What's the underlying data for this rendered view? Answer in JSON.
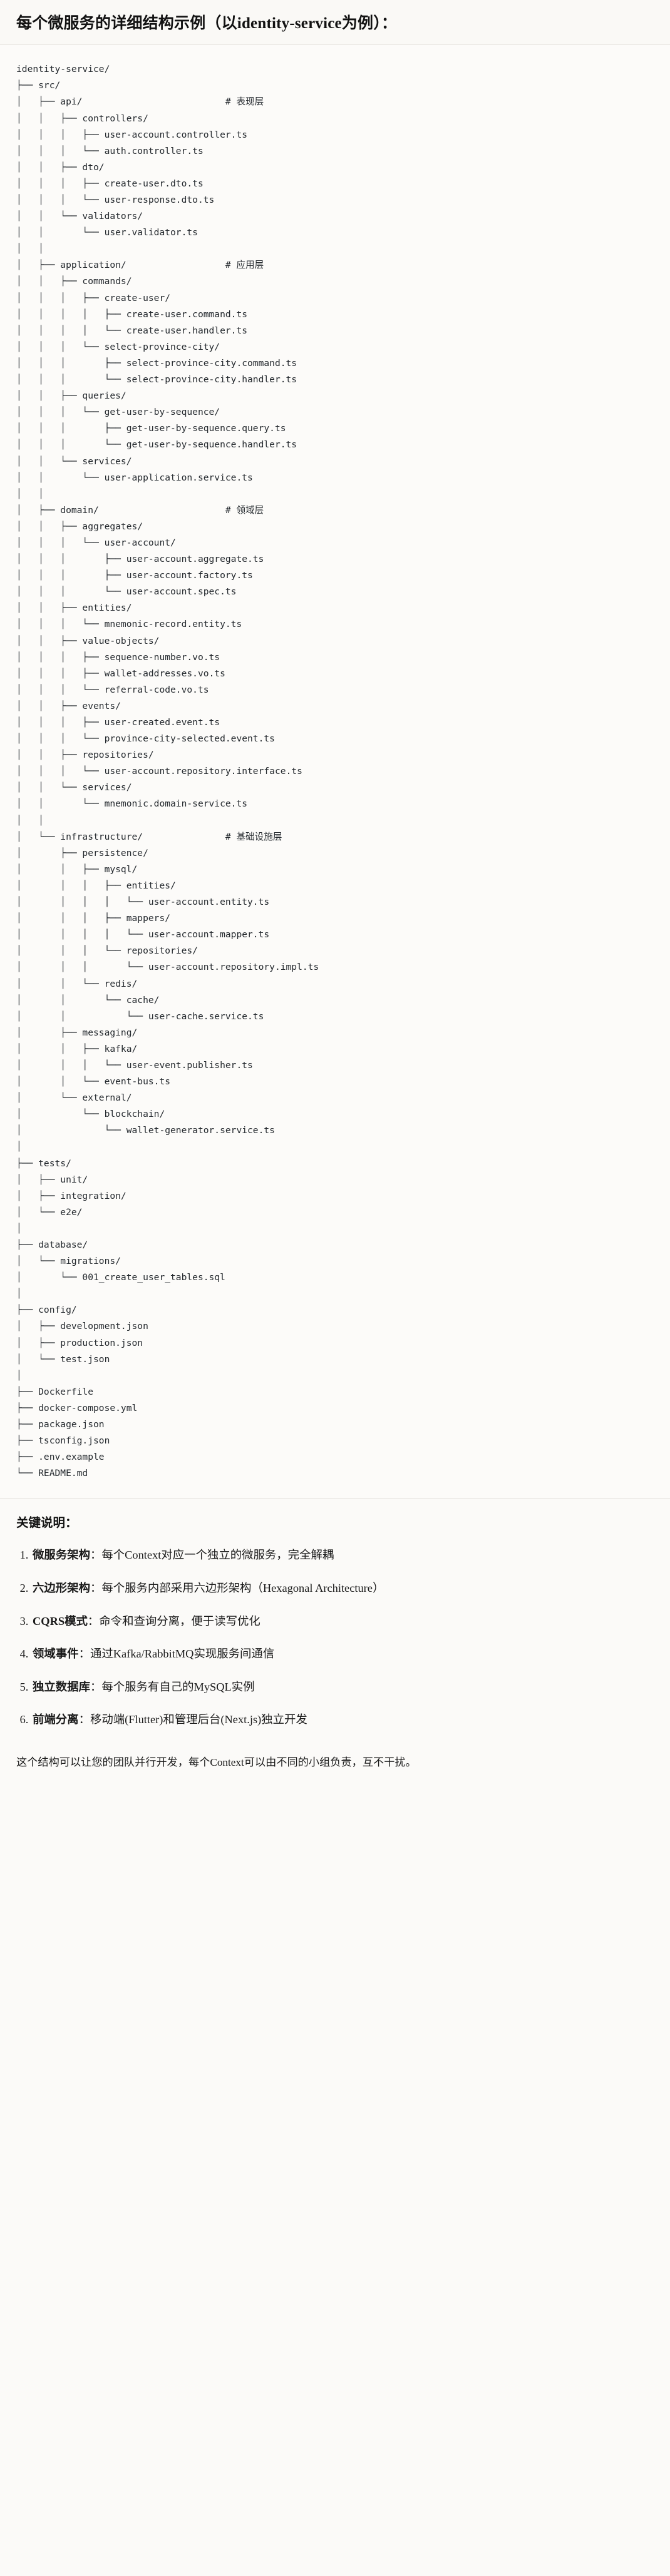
{
  "header": {
    "title": "每个微服务的详细结构示例（以identity-service为例）："
  },
  "tree": {
    "root": "identity-service/",
    "text": "identity-service/\n├── src/\n│   ├── api/                          # 表现层\n│   │   ├── controllers/\n│   │   │   ├── user-account.controller.ts\n│   │   │   └── auth.controller.ts\n│   │   ├── dto/\n│   │   │   ├── create-user.dto.ts\n│   │   │   └── user-response.dto.ts\n│   │   └── validators/\n│   │       └── user.validator.ts\n│   │\n│   ├── application/                  # 应用层\n│   │   ├── commands/\n│   │   │   ├── create-user/\n│   │   │   │   ├── create-user.command.ts\n│   │   │   │   └── create-user.handler.ts\n│   │   │   └── select-province-city/\n│   │   │       ├── select-province-city.command.ts\n│   │   │       └── select-province-city.handler.ts\n│   │   ├── queries/\n│   │   │   └── get-user-by-sequence/\n│   │   │       ├── get-user-by-sequence.query.ts\n│   │   │       └── get-user-by-sequence.handler.ts\n│   │   └── services/\n│   │       └── user-application.service.ts\n│   │\n│   ├── domain/                       # 领域层\n│   │   ├── aggregates/\n│   │   │   └── user-account/\n│   │   │       ├── user-account.aggregate.ts\n│   │   │       ├── user-account.factory.ts\n│   │   │       └── user-account.spec.ts\n│   │   ├── entities/\n│   │   │   └── mnemonic-record.entity.ts\n│   │   ├── value-objects/\n│   │   │   ├── sequence-number.vo.ts\n│   │   │   ├── wallet-addresses.vo.ts\n│   │   │   └── referral-code.vo.ts\n│   │   ├── events/\n│   │   │   ├── user-created.event.ts\n│   │   │   └── province-city-selected.event.ts\n│   │   ├── repositories/\n│   │   │   └── user-account.repository.interface.ts\n│   │   └── services/\n│   │       └── mnemonic.domain-service.ts\n│   │\n│   └── infrastructure/               # 基础设施层\n│       ├── persistence/\n│       │   ├── mysql/\n│       │   │   ├── entities/\n│       │   │   │   └── user-account.entity.ts\n│       │   │   ├── mappers/\n│       │   │   │   └── user-account.mapper.ts\n│       │   │   └── repositories/\n│       │   │       └── user-account.repository.impl.ts\n│       │   └── redis/\n│       │       └── cache/\n│       │           └── user-cache.service.ts\n│       ├── messaging/\n│       │   ├── kafka/\n│       │   │   └── user-event.publisher.ts\n│       │   └── event-bus.ts\n│       └── external/\n│           └── blockchain/\n│               └── wallet-generator.service.ts\n│\n├── tests/\n│   ├── unit/\n│   ├── integration/\n│   └── e2e/\n│\n├── database/\n│   └── migrations/\n│       └── 001_create_user_tables.sql\n│\n├── config/\n│   ├── development.json\n│   ├── production.json\n│   └── test.json\n│\n├── Dockerfile\n├── docker-compose.yml\n├── package.json\n├── tsconfig.json\n├── .env.example\n└── README.md",
    "comments": [
      "# 表现层",
      "# 应用层",
      "# 领域层",
      "# 基础设施层"
    ]
  },
  "notes": {
    "title": "关键说明：",
    "items": [
      {
        "term": "微服务架构",
        "body": "：每个Context对应一个独立的微服务，完全解耦"
      },
      {
        "term": "六边形架构",
        "body": "：每个服务内部采用六边形架构（Hexagonal Architecture）"
      },
      {
        "term": "CQRS模式",
        "body": "：命令和查询分离，便于读写优化"
      },
      {
        "term": "领域事件",
        "body": "：通过Kafka/RabbitMQ实现服务间通信"
      },
      {
        "term": "独立数据库",
        "body": "：每个服务有自己的MySQL实例"
      },
      {
        "term": "前端分离",
        "body": "：移动端(Flutter)和管理后台(Next.js)独立开发"
      }
    ],
    "closing": "这个结构可以让您的团队并行开发，每个Context可以由不同的小组负责，互不干扰。"
  }
}
